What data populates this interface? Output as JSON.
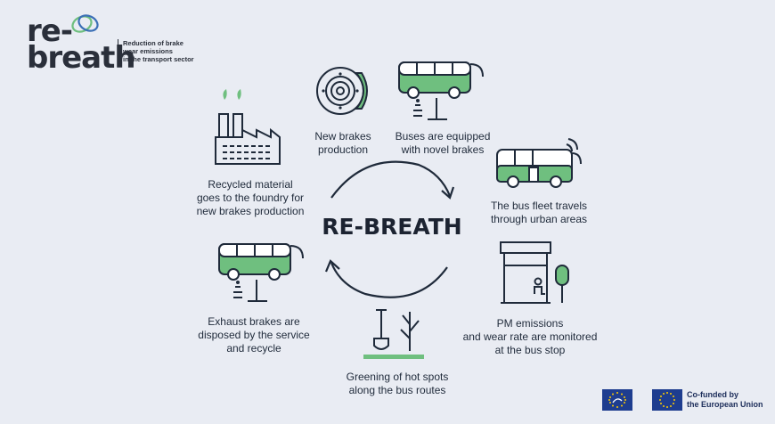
{
  "logo": {
    "word_line1": "re-",
    "word_line2": "breath",
    "tagline": [
      "Reduction of brake",
      "wear emissions",
      "in the transport sector"
    ]
  },
  "center_title": "RE-BREATH",
  "steps": {
    "new_brakes": [
      "New brakes",
      "production"
    ],
    "buses_equipped": [
      "Buses are equipped",
      "with novel brakes"
    ],
    "fleet_travels": [
      "The bus fleet travels",
      "through urban areas"
    ],
    "pm_emissions": [
      "PM emissions",
      "and wear rate are monitored",
      "at the bus stop"
    ],
    "greening": [
      "Greening of hot spots",
      "along the bus routes"
    ],
    "exhaust_brakes": [
      "Exhaust brakes are",
      "disposed by the service",
      "and recycle"
    ],
    "recycled": [
      "Recycled material",
      "goes to the foundry for",
      "new brakes production"
    ]
  },
  "eu": {
    "line1": "Co-funded by",
    "line2": "the European Union"
  },
  "colors": {
    "green": "#6fbf7f",
    "dark": "#1f2a3a",
    "eu_blue": "#1e3d8f",
    "eu_yellow": "#ffcc00",
    "background": "#e9ecf3"
  }
}
